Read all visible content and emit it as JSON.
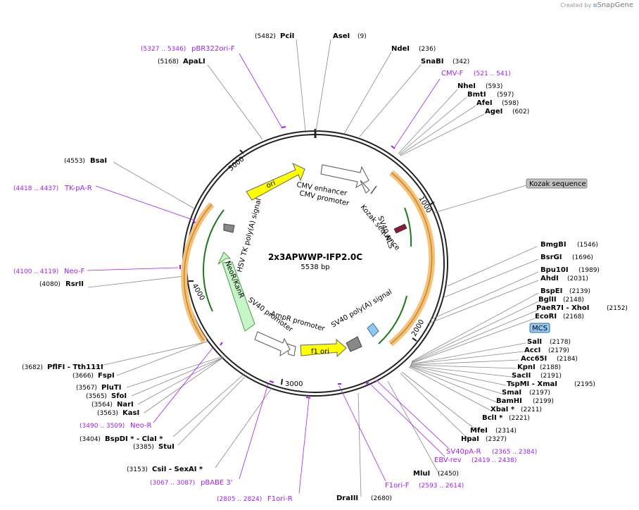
{
  "credit": {
    "prefix": "Created by",
    "brand": "SnapGene"
  },
  "plasmid": {
    "name": "2x3APWWP-IFP2.0C",
    "length": "5538 bp"
  },
  "ticks": [
    "1000",
    "2000",
    "3000",
    "4000",
    "5000"
  ],
  "features": [
    {
      "label": "CMV enhancer"
    },
    {
      "label": "CMV promoter"
    },
    {
      "label": "Kozak sequence"
    },
    {
      "label": "SV40 NLS"
    },
    {
      "label": "SV40 poly(A) signal"
    },
    {
      "label": "f1 ori"
    },
    {
      "label": "AmpR promoter"
    },
    {
      "label": "SV40 promoter"
    },
    {
      "label": "NeoR/KanR"
    },
    {
      "label": "HSV TK poly(A) signal"
    },
    {
      "label": "ori"
    }
  ],
  "callouts": {
    "kozak": "Kozak sequence",
    "mcs": "MCS"
  },
  "sites": [
    {
      "name": "PciI",
      "pos": "(5482)"
    },
    {
      "name": "AseI",
      "pos": "(9)"
    },
    {
      "name": "NdeI",
      "pos": "(236)"
    },
    {
      "name": "SnaBI",
      "pos": "(342)"
    },
    {
      "name": "NheI",
      "pos": "(593)"
    },
    {
      "name": "BmtI",
      "pos": "(597)"
    },
    {
      "name": "AfeI",
      "pos": "(598)"
    },
    {
      "name": "AgeI",
      "pos": "(602)"
    },
    {
      "name": "ApaLI",
      "pos": "(5168)"
    },
    {
      "name": "BsaI",
      "pos": "(4553)"
    },
    {
      "name": "RsrII",
      "pos": "(4080)"
    },
    {
      "name": "BmgBI",
      "pos": "(1546)"
    },
    {
      "name": "BsrGI",
      "pos": "(1696)"
    },
    {
      "name": "Bpu10I",
      "pos": "(1989)"
    },
    {
      "name": "AhdI",
      "pos": "(2031)"
    },
    {
      "name": "BspEI",
      "pos": "(2139)"
    },
    {
      "name": "BglII",
      "pos": "(2148)"
    },
    {
      "name": "PaeR7I - XhoI",
      "pos": "(2152)"
    },
    {
      "name": "EcoRI",
      "pos": "(2168)"
    },
    {
      "name": "SalI",
      "pos": "(2178)"
    },
    {
      "name": "AccI",
      "pos": "(2179)"
    },
    {
      "name": "Acc65I",
      "pos": "(2184)"
    },
    {
      "name": "KpnI",
      "pos": "(2188)"
    },
    {
      "name": "SacII",
      "pos": "(2191)"
    },
    {
      "name": "TspMI - XmaI",
      "pos": "(2195)"
    },
    {
      "name": "SmaI",
      "pos": "(2197)"
    },
    {
      "name": "BamHI",
      "pos": "(2199)"
    },
    {
      "name": "XbaI *",
      "pos": "(2211)"
    },
    {
      "name": "BclI *",
      "pos": "(2221)"
    },
    {
      "name": "MfeI",
      "pos": "(2314)"
    },
    {
      "name": "HpaI",
      "pos": "(2327)"
    },
    {
      "name": "MluI",
      "pos": "(2450)"
    },
    {
      "name": "DraIII",
      "pos": "(2680)"
    },
    {
      "name": "PflFI - Tth111I",
      "pos": "(3682)"
    },
    {
      "name": "FspI",
      "pos": "(3666)"
    },
    {
      "name": "PluTI",
      "pos": "(3567)"
    },
    {
      "name": "SfoI",
      "pos": "(3565)"
    },
    {
      "name": "NarI",
      "pos": "(3564)"
    },
    {
      "name": "KasI",
      "pos": "(3563)"
    },
    {
      "name": "BspDI * - ClaI *",
      "pos": "(3404)"
    },
    {
      "name": "StuI",
      "pos": "(3385)"
    },
    {
      "name": "CsiI - SexAI *",
      "pos": "(3153)"
    }
  ],
  "primers": [
    {
      "name": "pBR322ori-F",
      "pos": "(5327 .. 5346)"
    },
    {
      "name": "CMV-F",
      "pos": "(521 .. 541)"
    },
    {
      "name": "TK-pA-R",
      "pos": "(4418 .. 4437)"
    },
    {
      "name": "Neo-F",
      "pos": "(4100 .. 4119)"
    },
    {
      "name": "Neo-R",
      "pos": "(3490 .. 3509)"
    },
    {
      "name": "pBABE 3'",
      "pos": "(3067 .. 3087)"
    },
    {
      "name": "F1ori-R",
      "pos": "(2805 .. 2824)"
    },
    {
      "name": "F1ori-F",
      "pos": "(2593 .. 2614)"
    },
    {
      "name": "EBV-rev",
      "pos": "(2419 .. 2438)"
    },
    {
      "name": "SV40pA-R",
      "pos": "(2365 .. 2384)"
    }
  ]
}
